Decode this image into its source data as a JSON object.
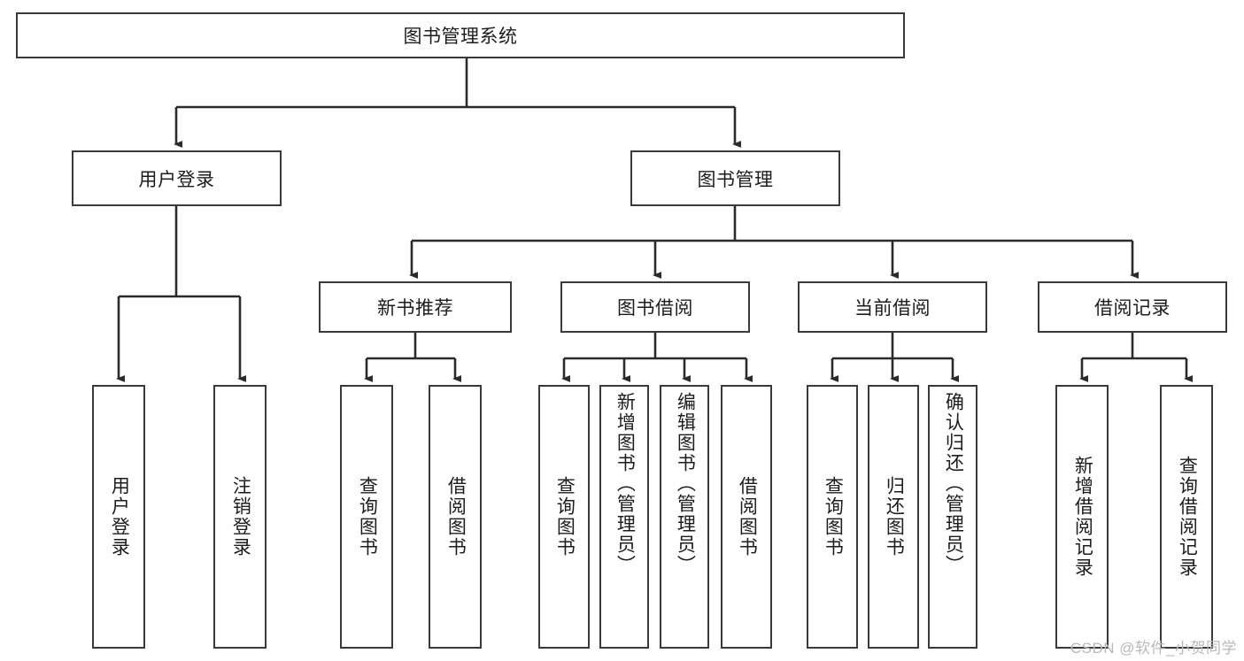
{
  "diagram": {
    "title": "图书管理系统",
    "type": "hierarchy-tree",
    "colors": {
      "box_border": "#3a3a3a",
      "box_fill": "#ffffff",
      "connector": "#2b2b2b",
      "text": "#1c1c1c",
      "watermark": "#b9b9b9"
    },
    "root": {
      "label": "图书管理系统"
    },
    "level2": [
      {
        "label": "用户登录"
      },
      {
        "label": "图书管理"
      }
    ],
    "level3": [
      {
        "label": "新书推荐"
      },
      {
        "label": "图书借阅"
      },
      {
        "label": "当前借阅"
      },
      {
        "label": "借阅记录"
      }
    ],
    "leaves": [
      {
        "label": "用户登录",
        "parent": "用户登录"
      },
      {
        "label": "注销登录",
        "parent": "用户登录"
      },
      {
        "label": "查询图书",
        "parent": "新书推荐"
      },
      {
        "label": "借阅图书",
        "parent": "新书推荐"
      },
      {
        "label": "查询图书",
        "parent": "图书借阅"
      },
      {
        "label": "新增图书（管理员）",
        "parent": "图书借阅"
      },
      {
        "label": "编辑图书（管理员）",
        "parent": "图书借阅"
      },
      {
        "label": "借阅图书",
        "parent": "图书借阅"
      },
      {
        "label": "查询图书",
        "parent": "当前借阅"
      },
      {
        "label": "归还图书",
        "parent": "当前借阅"
      },
      {
        "label": "确认归还（管理员）",
        "parent": "当前借阅"
      },
      {
        "label": "新增借阅记录",
        "parent": "借阅记录"
      },
      {
        "label": "查询借阅记录",
        "parent": "借阅记录"
      }
    ],
    "watermark": "CSDN @软件_小贺同学"
  }
}
